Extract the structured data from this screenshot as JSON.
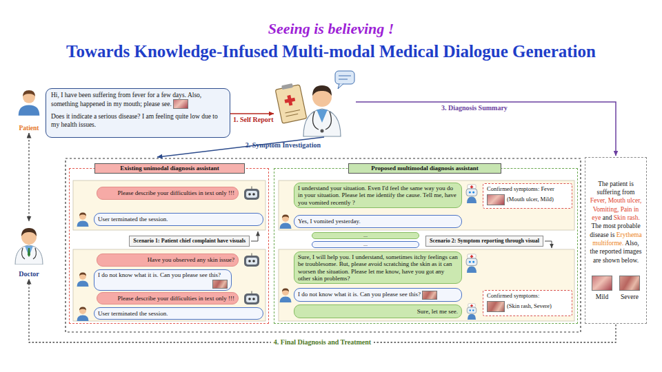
{
  "diagram": {
    "title": "Towards Knowledge-Infused Multi-modal Medical Dialogue Generation",
    "nodes": [
      {
        "text": [
          "Patient"
        ]
      },
      {
        "text": [
          "Hi, I have been suffering from fever for a few days. Also, something happened in my mouth; please see.",
          "Does it indicate a serious disease? I am feeling quite low due to my health issues."
        ]
      },
      {
        "text": [
          "Existing unimodal diagnosis assistant"
        ]
      },
      {
        "text": [
          "Please describe your difficulties in text only !!!"
        ],
        "in": 2
      },
      {
        "text": [
          "User terminated the session."
        ],
        "in": 2
      },
      {
        "text": [
          "Scenario 1: Patient chief complaint have visuals"
        ],
        "in": 2
      },
      {
        "text": [
          "Have you observed any skin issue?"
        ],
        "in": 2
      },
      {
        "text": [
          "I do not know what it is. Can you please see this?"
        ],
        "in": 2
      },
      {
        "text": [
          "Please describe your difficulties in text only !!!"
        ],
        "in": 2
      },
      {
        "text": [
          "User terminated the session."
        ],
        "in": 2
      },
      {
        "text": [
          "Proposed multimodal diagnosis assistant"
        ]
      },
      {
        "text": [
          "I understand your situation. Even I'd feel the same way you do in your situation. Please let me identify the cause. Tell me, have you vomited recently ?"
        ],
        "in": 10
      },
      {
        "text": [
          "Confirmed symptoms: Fever",
          "(Mouth ulcer, Mild)"
        ],
        "in": 10
      },
      {
        "text": [
          "Yes, I vomited yesterday."
        ],
        "in": 10
      },
      {
        "text": [
          "..."
        ],
        "in": 10
      },
      {
        "text": [
          "..."
        ],
        "in": 10
      },
      {
        "text": [
          "Scenario 2: Symptom reporting through visual"
        ],
        "in": 10
      },
      {
        "text": [
          "Sure, I will help you. I understand, sometimes itchy feelings can be troublesome. But, please avoid scratching the skin as it can worsen the situation. Please let me know, have you got any other skin problems?"
        ],
        "in": 10
      },
      {
        "text": [
          "Confirmed symptoms:",
          "(Skin rash, Severe)"
        ],
        "in": 10
      },
      {
        "text": [
          "I do not know what it is. Can you please see this?"
        ],
        "in": 10
      },
      {
        "text": [
          "Sure, let me see."
        ],
        "in": 10
      },
      {
        "text": [
          "The patient is suffering from",
          "Fever, Mouth ulcer, Vomiting, Pain in eye",
          "and",
          "Skin rash.",
          "The most probable disease is",
          "Erythema multiforme.",
          "Also, the reported images are shown below.",
          "Mild",
          "Severe"
        ]
      },
      {
        "text": [
          "Doctor"
        ]
      }
    ],
    "edges": [
      {
        "from": 0,
        "to": 22,
        "arrow": "both"
      },
      {
        "from": 21,
        "to": 22,
        "label": "4. Final Diagnosis and Treatment",
        "arrow": "to"
      }
    ],
    "labels": [
      "Seeing is believing !",
      "1. Self Report",
      "2. Symptom Investigation",
      "3. Diagnosis Summary"
    ]
  }
}
